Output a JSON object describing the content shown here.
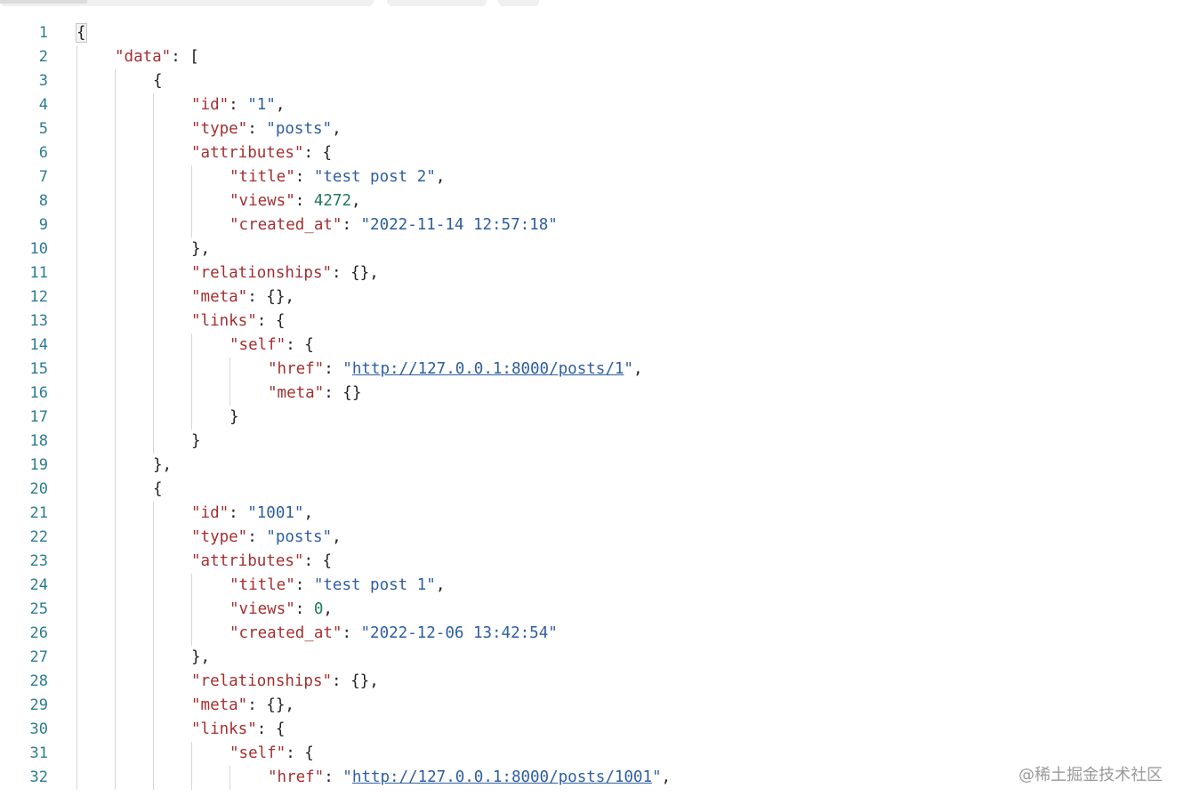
{
  "watermark": "@稀土掘金技术社区",
  "lines": [
    {
      "n": "1",
      "indent": 0,
      "tokens": [
        {
          "t": "{",
          "c": "p"
        }
      ]
    },
    {
      "n": "2",
      "indent": 1,
      "tokens": [
        {
          "t": "\"data\"",
          "c": "k"
        },
        {
          "t": ": [",
          "c": "p"
        }
      ]
    },
    {
      "n": "3",
      "indent": 2,
      "tokens": [
        {
          "t": "{",
          "c": "p"
        }
      ]
    },
    {
      "n": "4",
      "indent": 3,
      "tokens": [
        {
          "t": "\"id\"",
          "c": "k"
        },
        {
          "t": ": ",
          "c": "p"
        },
        {
          "t": "\"1\"",
          "c": "s"
        },
        {
          "t": ",",
          "c": "p"
        }
      ]
    },
    {
      "n": "5",
      "indent": 3,
      "tokens": [
        {
          "t": "\"type\"",
          "c": "k"
        },
        {
          "t": ": ",
          "c": "p"
        },
        {
          "t": "\"posts\"",
          "c": "s"
        },
        {
          "t": ",",
          "c": "p"
        }
      ]
    },
    {
      "n": "6",
      "indent": 3,
      "tokens": [
        {
          "t": "\"attributes\"",
          "c": "k"
        },
        {
          "t": ": {",
          "c": "p"
        }
      ]
    },
    {
      "n": "7",
      "indent": 4,
      "tokens": [
        {
          "t": "\"title\"",
          "c": "k"
        },
        {
          "t": ": ",
          "c": "p"
        },
        {
          "t": "\"test post 2\"",
          "c": "s"
        },
        {
          "t": ",",
          "c": "p"
        }
      ]
    },
    {
      "n": "8",
      "indent": 4,
      "tokens": [
        {
          "t": "\"views\"",
          "c": "k"
        },
        {
          "t": ": ",
          "c": "p"
        },
        {
          "t": "4272",
          "c": "n"
        },
        {
          "t": ",",
          "c": "p"
        }
      ]
    },
    {
      "n": "9",
      "indent": 4,
      "tokens": [
        {
          "t": "\"created_at\"",
          "c": "k"
        },
        {
          "t": ": ",
          "c": "p"
        },
        {
          "t": "\"2022-11-14 12:57:18\"",
          "c": "s"
        }
      ]
    },
    {
      "n": "10",
      "indent": 3,
      "tokens": [
        {
          "t": "},",
          "c": "p"
        }
      ]
    },
    {
      "n": "11",
      "indent": 3,
      "tokens": [
        {
          "t": "\"relationships\"",
          "c": "k"
        },
        {
          "t": ": {},",
          "c": "p"
        }
      ]
    },
    {
      "n": "12",
      "indent": 3,
      "tokens": [
        {
          "t": "\"meta\"",
          "c": "k"
        },
        {
          "t": ": {},",
          "c": "p"
        }
      ]
    },
    {
      "n": "13",
      "indent": 3,
      "tokens": [
        {
          "t": "\"links\"",
          "c": "k"
        },
        {
          "t": ": {",
          "c": "p"
        }
      ]
    },
    {
      "n": "14",
      "indent": 4,
      "tokens": [
        {
          "t": "\"self\"",
          "c": "k"
        },
        {
          "t": ": {",
          "c": "p"
        }
      ]
    },
    {
      "n": "15",
      "indent": 5,
      "tokens": [
        {
          "t": "\"href\"",
          "c": "k"
        },
        {
          "t": ": ",
          "c": "p"
        },
        {
          "t": "\"",
          "c": "s"
        },
        {
          "t": "http://127.0.0.1:8000/posts/1",
          "c": "u"
        },
        {
          "t": "\"",
          "c": "s"
        },
        {
          "t": ",",
          "c": "p"
        }
      ]
    },
    {
      "n": "16",
      "indent": 5,
      "tokens": [
        {
          "t": "\"meta\"",
          "c": "k"
        },
        {
          "t": ": {}",
          "c": "p"
        }
      ]
    },
    {
      "n": "17",
      "indent": 4,
      "tokens": [
        {
          "t": "}",
          "c": "p"
        }
      ]
    },
    {
      "n": "18",
      "indent": 3,
      "tokens": [
        {
          "t": "}",
          "c": "p"
        }
      ]
    },
    {
      "n": "19",
      "indent": 2,
      "tokens": [
        {
          "t": "},",
          "c": "p"
        }
      ]
    },
    {
      "n": "20",
      "indent": 2,
      "tokens": [
        {
          "t": "{",
          "c": "p"
        }
      ]
    },
    {
      "n": "21",
      "indent": 3,
      "tokens": [
        {
          "t": "\"id\"",
          "c": "k"
        },
        {
          "t": ": ",
          "c": "p"
        },
        {
          "t": "\"1001\"",
          "c": "s"
        },
        {
          "t": ",",
          "c": "p"
        }
      ]
    },
    {
      "n": "22",
      "indent": 3,
      "tokens": [
        {
          "t": "\"type\"",
          "c": "k"
        },
        {
          "t": ": ",
          "c": "p"
        },
        {
          "t": "\"posts\"",
          "c": "s"
        },
        {
          "t": ",",
          "c": "p"
        }
      ]
    },
    {
      "n": "23",
      "indent": 3,
      "tokens": [
        {
          "t": "\"attributes\"",
          "c": "k"
        },
        {
          "t": ": {",
          "c": "p"
        }
      ]
    },
    {
      "n": "24",
      "indent": 4,
      "tokens": [
        {
          "t": "\"title\"",
          "c": "k"
        },
        {
          "t": ": ",
          "c": "p"
        },
        {
          "t": "\"test post 1\"",
          "c": "s"
        },
        {
          "t": ",",
          "c": "p"
        }
      ]
    },
    {
      "n": "25",
      "indent": 4,
      "tokens": [
        {
          "t": "\"views\"",
          "c": "k"
        },
        {
          "t": ": ",
          "c": "p"
        },
        {
          "t": "0",
          "c": "n"
        },
        {
          "t": ",",
          "c": "p"
        }
      ]
    },
    {
      "n": "26",
      "indent": 4,
      "tokens": [
        {
          "t": "\"created_at\"",
          "c": "k"
        },
        {
          "t": ": ",
          "c": "p"
        },
        {
          "t": "\"2022-12-06 13:42:54\"",
          "c": "s"
        }
      ]
    },
    {
      "n": "27",
      "indent": 3,
      "tokens": [
        {
          "t": "},",
          "c": "p"
        }
      ]
    },
    {
      "n": "28",
      "indent": 3,
      "tokens": [
        {
          "t": "\"relationships\"",
          "c": "k"
        },
        {
          "t": ": {},",
          "c": "p"
        }
      ]
    },
    {
      "n": "29",
      "indent": 3,
      "tokens": [
        {
          "t": "\"meta\"",
          "c": "k"
        },
        {
          "t": ": {},",
          "c": "p"
        }
      ]
    },
    {
      "n": "30",
      "indent": 3,
      "tokens": [
        {
          "t": "\"links\"",
          "c": "k"
        },
        {
          "t": ": {",
          "c": "p"
        }
      ]
    },
    {
      "n": "31",
      "indent": 4,
      "tokens": [
        {
          "t": "\"self\"",
          "c": "k"
        },
        {
          "t": ": {",
          "c": "p"
        }
      ]
    },
    {
      "n": "32",
      "indent": 5,
      "tokens": [
        {
          "t": "\"href\"",
          "c": "k"
        },
        {
          "t": ": ",
          "c": "p"
        },
        {
          "t": "\"",
          "c": "s"
        },
        {
          "t": "http://127.0.0.1:8000/posts/1001",
          "c": "u"
        },
        {
          "t": "\"",
          "c": "s"
        },
        {
          "t": ",",
          "c": "p"
        }
      ]
    }
  ]
}
